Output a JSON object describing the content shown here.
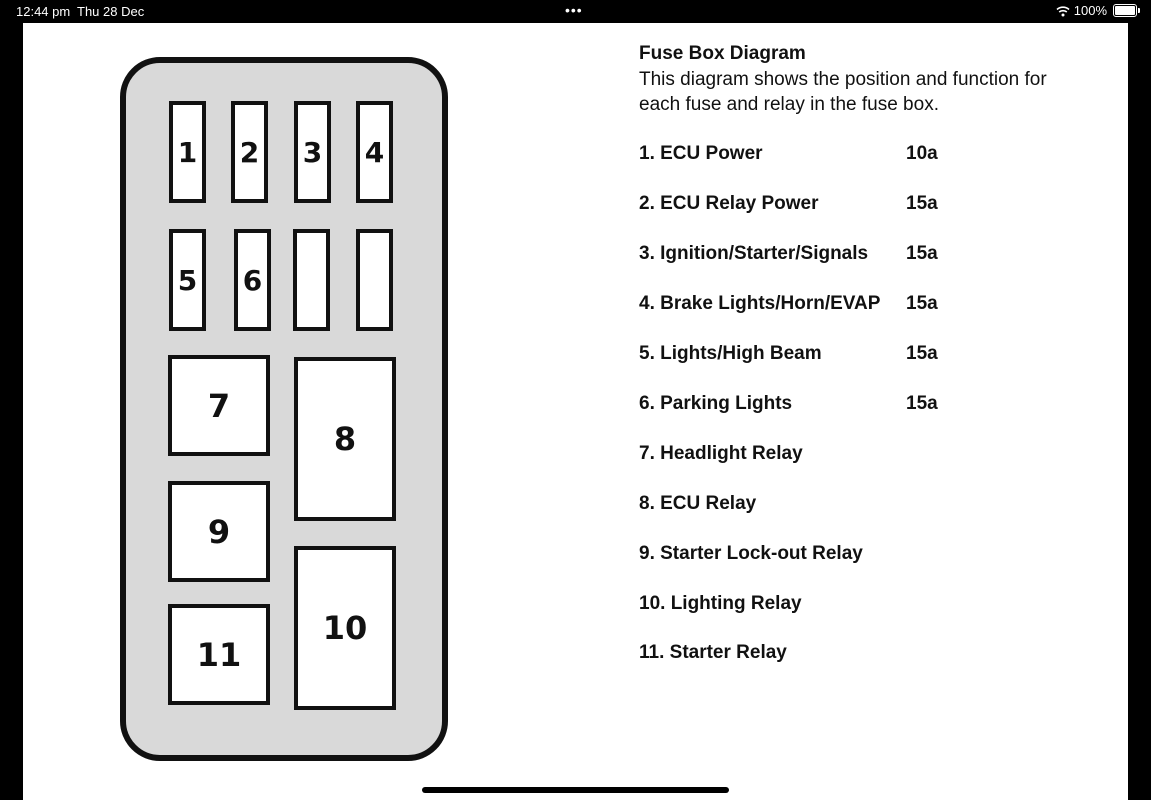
{
  "status_bar": {
    "time": "12:44 pm",
    "date": "Thu 28 Dec",
    "dots": "•••",
    "battery": "100%"
  },
  "legend": {
    "title": "Fuse Box Diagram",
    "description": "This diagram shows the position and function for each fuse and relay in the fuse box.",
    "items": [
      {
        "name": "1. ECU Power",
        "rating": "10a"
      },
      {
        "name": "2. ECU Relay Power",
        "rating": "15a"
      },
      {
        "name": "3. Ignition/Starter/Signals",
        "rating": "15a"
      },
      {
        "name": "4. Brake Lights/Horn/EVAP",
        "rating": "15a"
      },
      {
        "name": "5. Lights/High Beam",
        "rating": "15a"
      },
      {
        "name": "6. Parking Lights",
        "rating": "15a"
      },
      {
        "name": "7. Headlight Relay",
        "rating": ""
      },
      {
        "name": "8. ECU Relay",
        "rating": ""
      },
      {
        "name": "9. Starter Lock-out Relay",
        "rating": ""
      },
      {
        "name": "10. Lighting Relay",
        "rating": ""
      },
      {
        "name": "11. Starter Relay",
        "rating": ""
      }
    ]
  },
  "diagram": {
    "fuses": [
      "1",
      "2",
      "3",
      "4",
      "5",
      "6",
      "",
      ""
    ],
    "relays": [
      "7",
      "8",
      "9",
      "10",
      "11"
    ]
  }
}
